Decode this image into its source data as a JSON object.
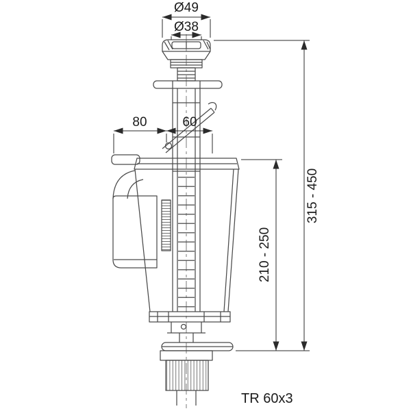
{
  "drawing": {
    "title": "Dual flush valve technical drawing",
    "line_color": "#4a4a4a",
    "dim_color": "#2b2b2b",
    "background": "#ffffff"
  },
  "dimensions": {
    "top_outer_diameter": "Ø49",
    "top_inner_diameter": "Ø38",
    "lever_left_width": "80",
    "lever_right_width": "60",
    "body_height_range": "210 - 250",
    "overall_height_range": "315 - 450",
    "bottom_thread": "TR 60x3"
  }
}
